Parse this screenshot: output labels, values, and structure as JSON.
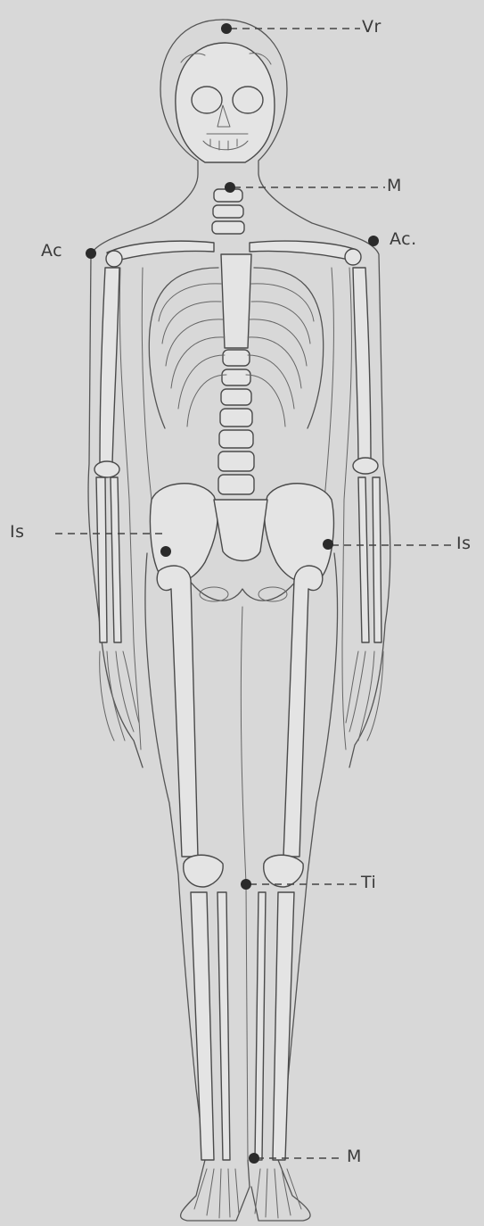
{
  "figure": {
    "landmarks": [
      {
        "id": "vertex",
        "label": "Vr"
      },
      {
        "id": "menton",
        "label": "M"
      },
      {
        "id": "acromion-left",
        "label": "Ac"
      },
      {
        "id": "acromion-right",
        "label": "Ac."
      },
      {
        "id": "iliac-left",
        "label": "Is"
      },
      {
        "id": "iliac-right",
        "label": "Is"
      },
      {
        "id": "tibiale",
        "label": "Ti"
      },
      {
        "id": "malleolus",
        "label": "M"
      }
    ]
  }
}
